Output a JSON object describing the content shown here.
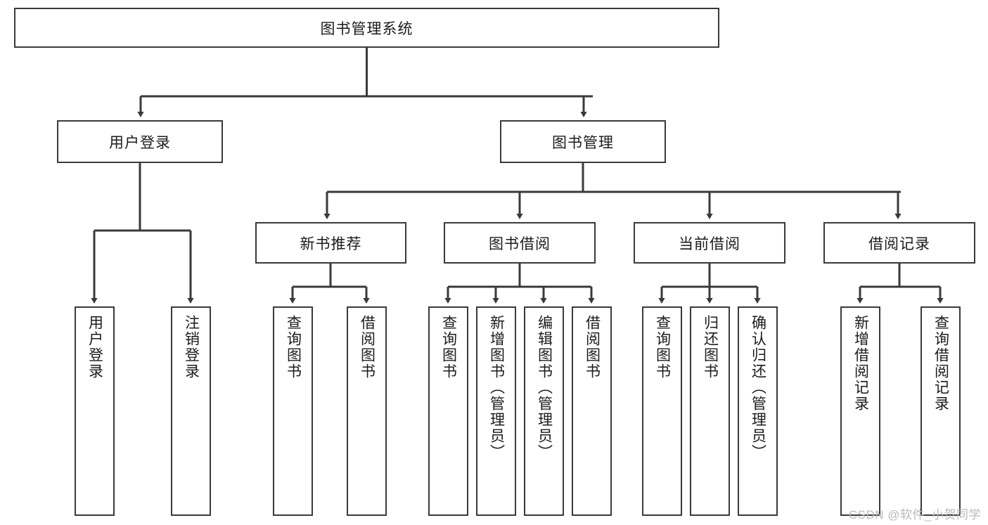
{
  "diagram": {
    "type": "tree-hierarchy",
    "title": "图书管理系统",
    "colors": {
      "box_border": "#3a3a3a",
      "box_fill": "#ffffff",
      "connector": "#3a3a3a",
      "text": "#1b1b1b",
      "watermark": "#b9b9b9",
      "background": "#ffffff"
    },
    "root": {
      "label": "图书管理系统"
    },
    "level2": [
      {
        "label": "用户登录"
      },
      {
        "label": "图书管理"
      }
    ],
    "level3": [
      {
        "label": "新书推荐"
      },
      {
        "label": "图书借阅"
      },
      {
        "label": "当前借阅"
      },
      {
        "label": "借阅记录"
      }
    ],
    "leaves": {
      "user_login": [
        {
          "label": "用户登录"
        },
        {
          "label": "注销登录"
        }
      ],
      "new_book_recommend": [
        {
          "label": "查询图书"
        },
        {
          "label": "借阅图书"
        }
      ],
      "book_borrow": [
        {
          "label": "查询图书"
        },
        {
          "label": "新增图书（管理员）"
        },
        {
          "label": "编辑图书（管理员）"
        },
        {
          "label": "借阅图书"
        }
      ],
      "current_borrow": [
        {
          "label": "查询图书"
        },
        {
          "label": "归还图书"
        },
        {
          "label": "确认归还（管理员）"
        }
      ],
      "borrow_record": [
        {
          "label": "新增借阅记录"
        },
        {
          "label": "查询借阅记录"
        }
      ]
    },
    "watermark": "CSDN @软件_小贺同学"
  }
}
